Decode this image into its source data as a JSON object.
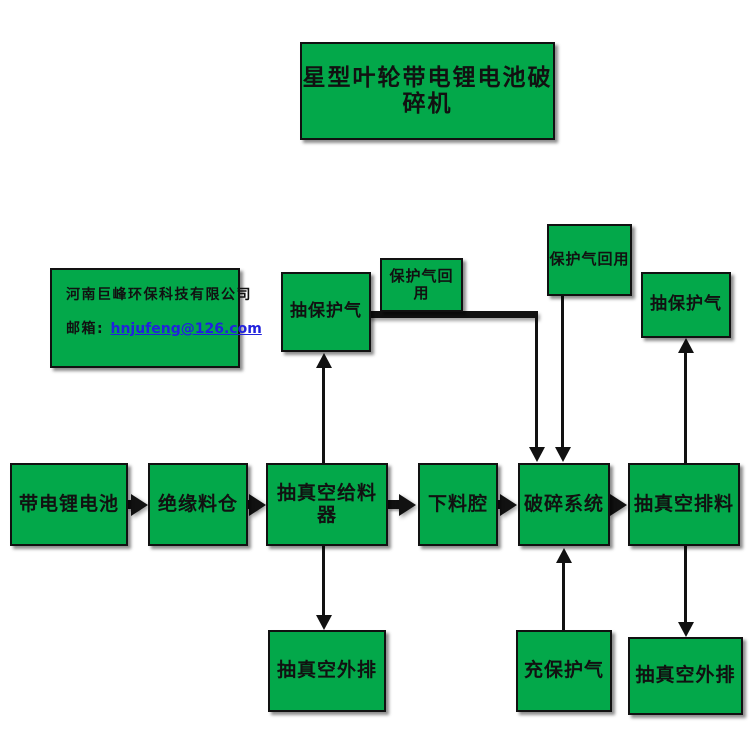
{
  "diagram": {
    "title": "星型叶轮带电锂电池破碎机",
    "company": {
      "name": "河南巨峰环保科技有限公司",
      "email_label": "邮箱:",
      "email": "hnjufeng@126.com",
      "email_color": "#2222dd"
    },
    "palette": {
      "node_fill": "#03a84a",
      "node_border": "#111111",
      "background": "#ffffff",
      "connector": "#111111"
    },
    "process_row": [
      {
        "id": "batteries",
        "label": "带电锂电池"
      },
      {
        "id": "silo",
        "label": "绝缘料仓"
      },
      {
        "id": "feeder",
        "label": "抽真空给料器"
      },
      {
        "id": "chamber",
        "label": "下料腔"
      },
      {
        "id": "crusher",
        "label": "破碎系统"
      },
      {
        "id": "discharge",
        "label": "抽真空排料"
      }
    ],
    "aux_nodes": [
      {
        "id": "extract-gas-left",
        "label": "抽保护气"
      },
      {
        "id": "gas-reuse-left",
        "label": "保护气回用"
      },
      {
        "id": "gas-reuse-right",
        "label": "保护气回用"
      },
      {
        "id": "extract-gas-right",
        "label": "抽保护气"
      },
      {
        "id": "vacuum-vent-left",
        "label": "抽真空外排"
      },
      {
        "id": "fill-gas",
        "label": "充保护气"
      },
      {
        "id": "vacuum-vent-right",
        "label": "抽真空外排"
      }
    ],
    "flow_arrows": [
      {
        "from": "带电锂电池",
        "to": "绝缘料仓",
        "direction": "right"
      },
      {
        "from": "绝缘料仓",
        "to": "抽真空给料器",
        "direction": "right"
      },
      {
        "from": "抽真空给料器",
        "to": "下料腔",
        "direction": "right"
      },
      {
        "from": "下料腔",
        "to": "破碎系统",
        "direction": "right"
      },
      {
        "from": "破碎系统",
        "to": "抽真空排料",
        "direction": "right"
      },
      {
        "from": "抽真空给料器",
        "to": "抽保护气",
        "direction": "up"
      },
      {
        "from": "抽真空给料器",
        "to": "抽真空外排",
        "direction": "down"
      },
      {
        "from": "保护气回用",
        "to": "破碎系统",
        "direction": "down"
      },
      {
        "from": "保护气回用",
        "to": "破碎系统",
        "direction": "down"
      },
      {
        "from": "充保护气",
        "to": "破碎系统",
        "direction": "up"
      },
      {
        "from": "抽真空排料",
        "to": "抽保护气",
        "direction": "up"
      },
      {
        "from": "抽真空排料",
        "to": "抽真空外排",
        "direction": "down"
      }
    ]
  }
}
